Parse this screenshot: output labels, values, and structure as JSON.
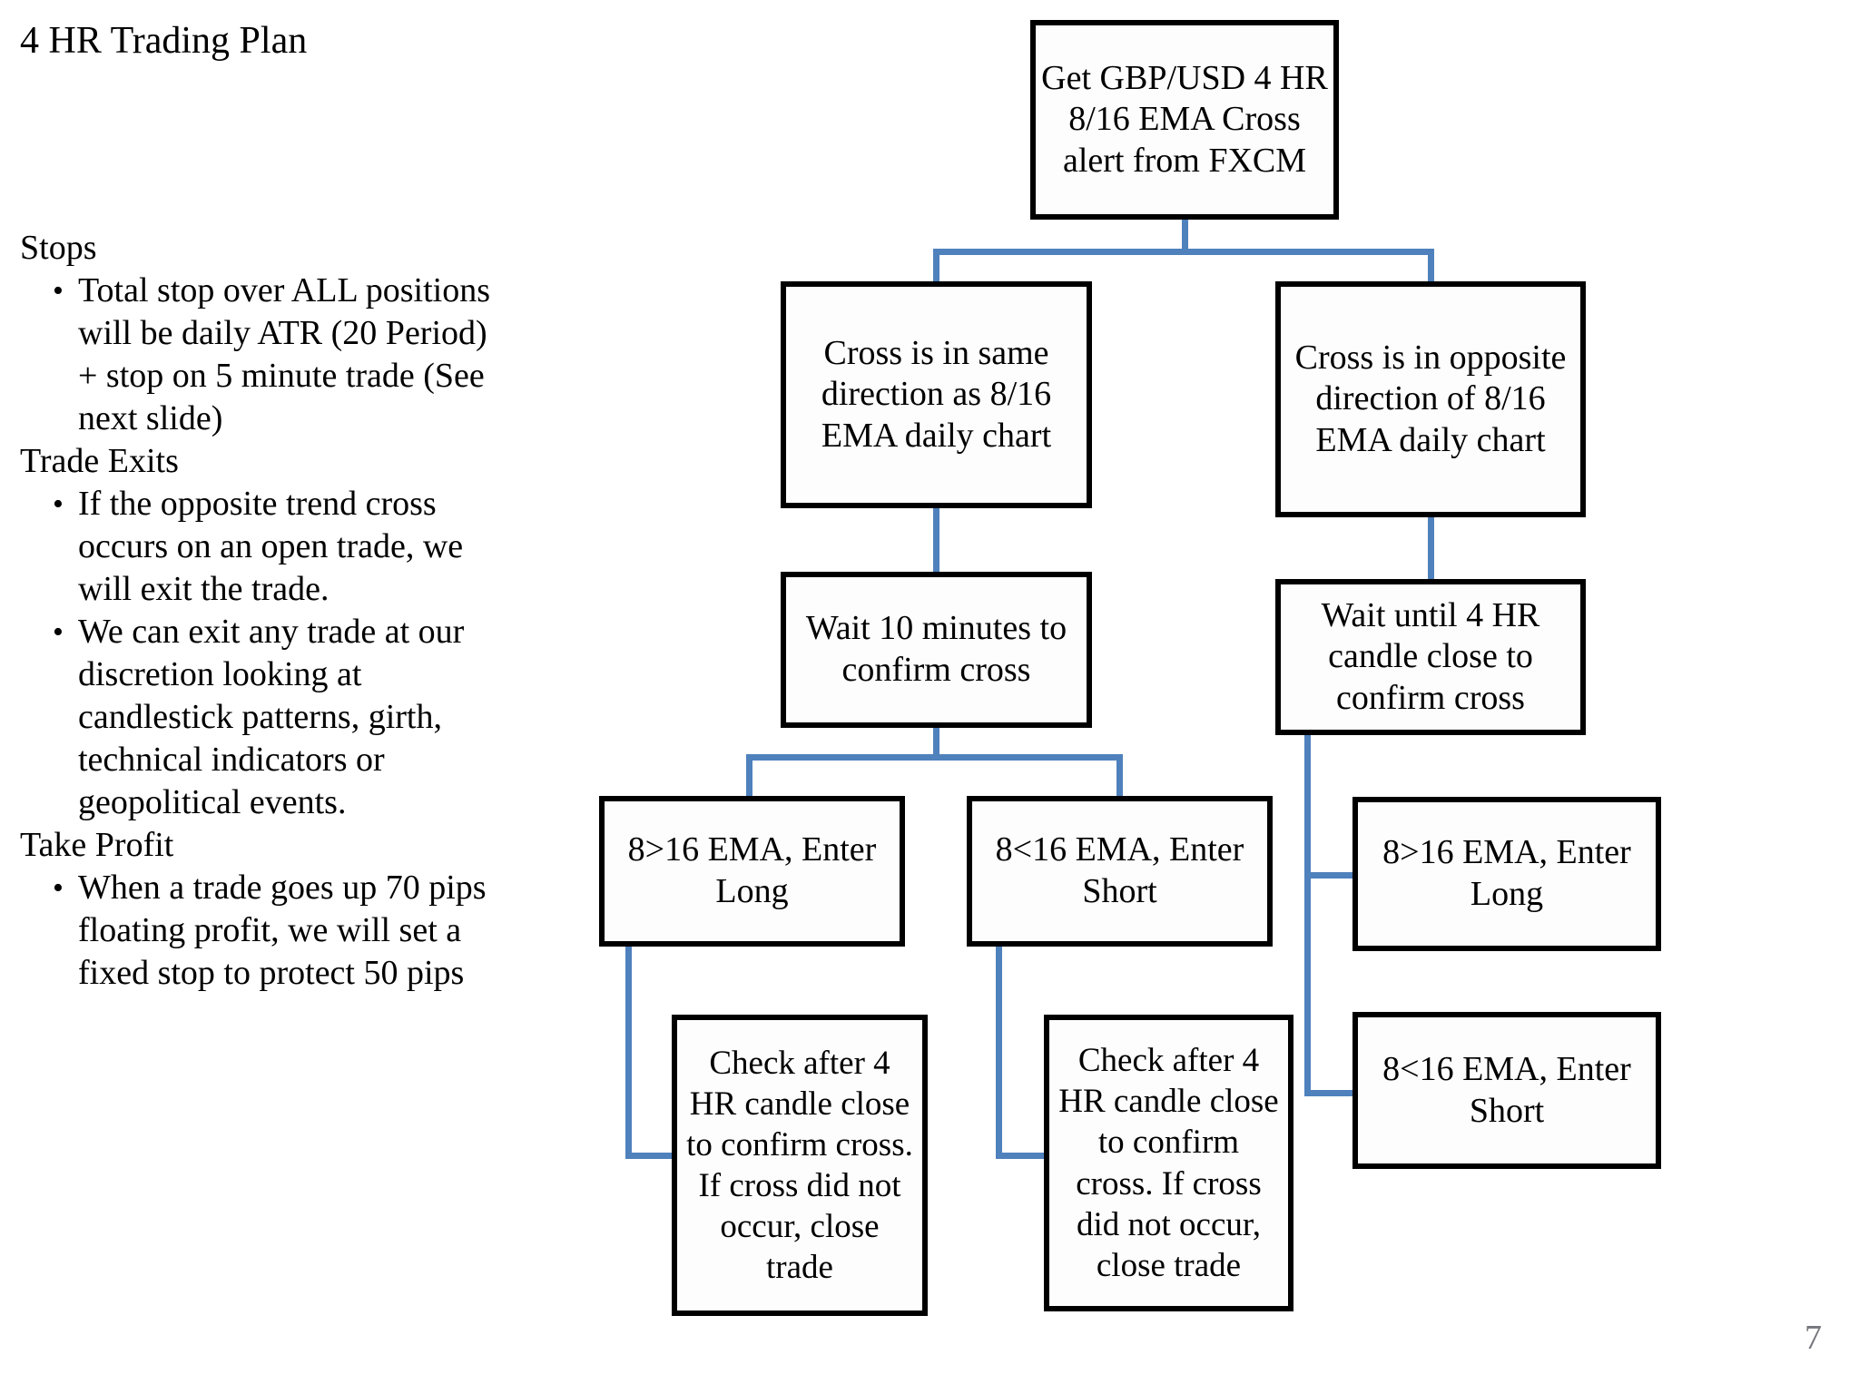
{
  "slide": {
    "title": "4 HR Trading Plan",
    "page_number": "7"
  },
  "notes": {
    "sections": [
      {
        "heading": "Stops",
        "bullets": [
          "Total stop over ALL positions\nwill  be daily  ATR (20 Period)\n+ stop on 5 minute  trade (See\nnext slide)"
        ]
      },
      {
        "heading": "Trade Exits",
        "bullets": [
          "If the opposite trend cross\noccurs on an open trade, we\nwill  exit the trade.",
          "We can exit  any trade at our\ndiscretion looking at\ncandlestick patterns, girth,\ntechnical indicators or\ngeopolitical events."
        ]
      },
      {
        "heading": "Take Profit",
        "bullets": [
          "When a trade goes up 70 pips\nfloating  profit, we will  set a\nfixed  stop to protect 50 pips"
        ]
      }
    ]
  },
  "flowchart": {
    "nodes": [
      {
        "id": "alert",
        "label": "Get GBP/USD 4 HR\n8/16 EMA Cross\nalert  from FXCM"
      },
      {
        "id": "same-direction",
        "label": "Cross is in  same\ndirection as 8/16\nEMA daily  chart"
      },
      {
        "id": "opposite-direction",
        "label": "Cross is in  opposite\ndirection of 8/16\nEMA daily  chart"
      },
      {
        "id": "wait-10-min",
        "label": "Wait 10 minutes  to\nconfirm cross"
      },
      {
        "id": "wait-4hr-close",
        "label": "Wait until  4 HR\ncandle close to\nconfirm cross"
      },
      {
        "id": "enter-long-same",
        "label": "8>16 EMA,  Enter\nLong"
      },
      {
        "id": "enter-short-same",
        "label": "8<16 EMA,  Enter\nShort"
      },
      {
        "id": "enter-long-opp",
        "label": "8>16 EMA,  Enter\nLong"
      },
      {
        "id": "enter-short-opp",
        "label": "8<16 EMA,  Enter\nShort"
      },
      {
        "id": "check-long",
        "label": "Check after 4\nHR candle close\nto confirm cross.\nIf cross did not\noccur, close\ntrade"
      },
      {
        "id": "check-short",
        "label": "Check after 4\nHR candle close\nto confirm\ncross. If cross\ndid not occur,\nclose trade"
      }
    ],
    "edges": [
      {
        "from": "alert",
        "to": "same-direction"
      },
      {
        "from": "alert",
        "to": "opposite-direction"
      },
      {
        "from": "same-direction",
        "to": "wait-10-min"
      },
      {
        "from": "opposite-direction",
        "to": "wait-4hr-close"
      },
      {
        "from": "wait-10-min",
        "to": "enter-long-same"
      },
      {
        "from": "wait-10-min",
        "to": "enter-short-same"
      },
      {
        "from": "enter-long-same",
        "to": "check-long"
      },
      {
        "from": "enter-short-same",
        "to": "check-short"
      },
      {
        "from": "wait-4hr-close",
        "to": "enter-long-opp"
      },
      {
        "from": "wait-4hr-close",
        "to": "enter-short-opp"
      }
    ]
  },
  "colors": {
    "connector": "#4f81bd",
    "box_border": "#000000",
    "page_number": "#76767e"
  }
}
